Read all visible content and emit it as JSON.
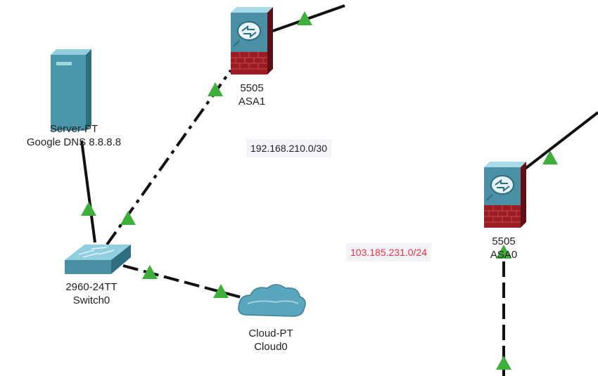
{
  "colors": {
    "link_black": "#111111",
    "link_indicator": "#3fae3a",
    "device_body": "#4a8fa3",
    "device_top": "#7dc0d1",
    "firewall_brick": "#9b1c22",
    "subnet_normal": "#222222",
    "subnet_highlight": "#e8333a"
  },
  "devices": {
    "server": {
      "model": "Server-PT",
      "name": "Google DNS 8.8.8.8",
      "icon": "server-icon"
    },
    "asa1": {
      "model": "5505",
      "name": "ASA1",
      "icon": "firewall-icon"
    },
    "asa0": {
      "model": "5505",
      "name": "ASA0",
      "icon": "firewall-icon"
    },
    "switch": {
      "model": "2960-24TT",
      "name": "Switch0",
      "icon": "switch-icon"
    },
    "cloud": {
      "model": "Cloud-PT",
      "name": "Cloud0",
      "icon": "cloud-icon"
    }
  },
  "subnets": {
    "inside": {
      "label": "192.168.210.0/30"
    },
    "outside": {
      "label": "103.185.231.0/24"
    }
  }
}
